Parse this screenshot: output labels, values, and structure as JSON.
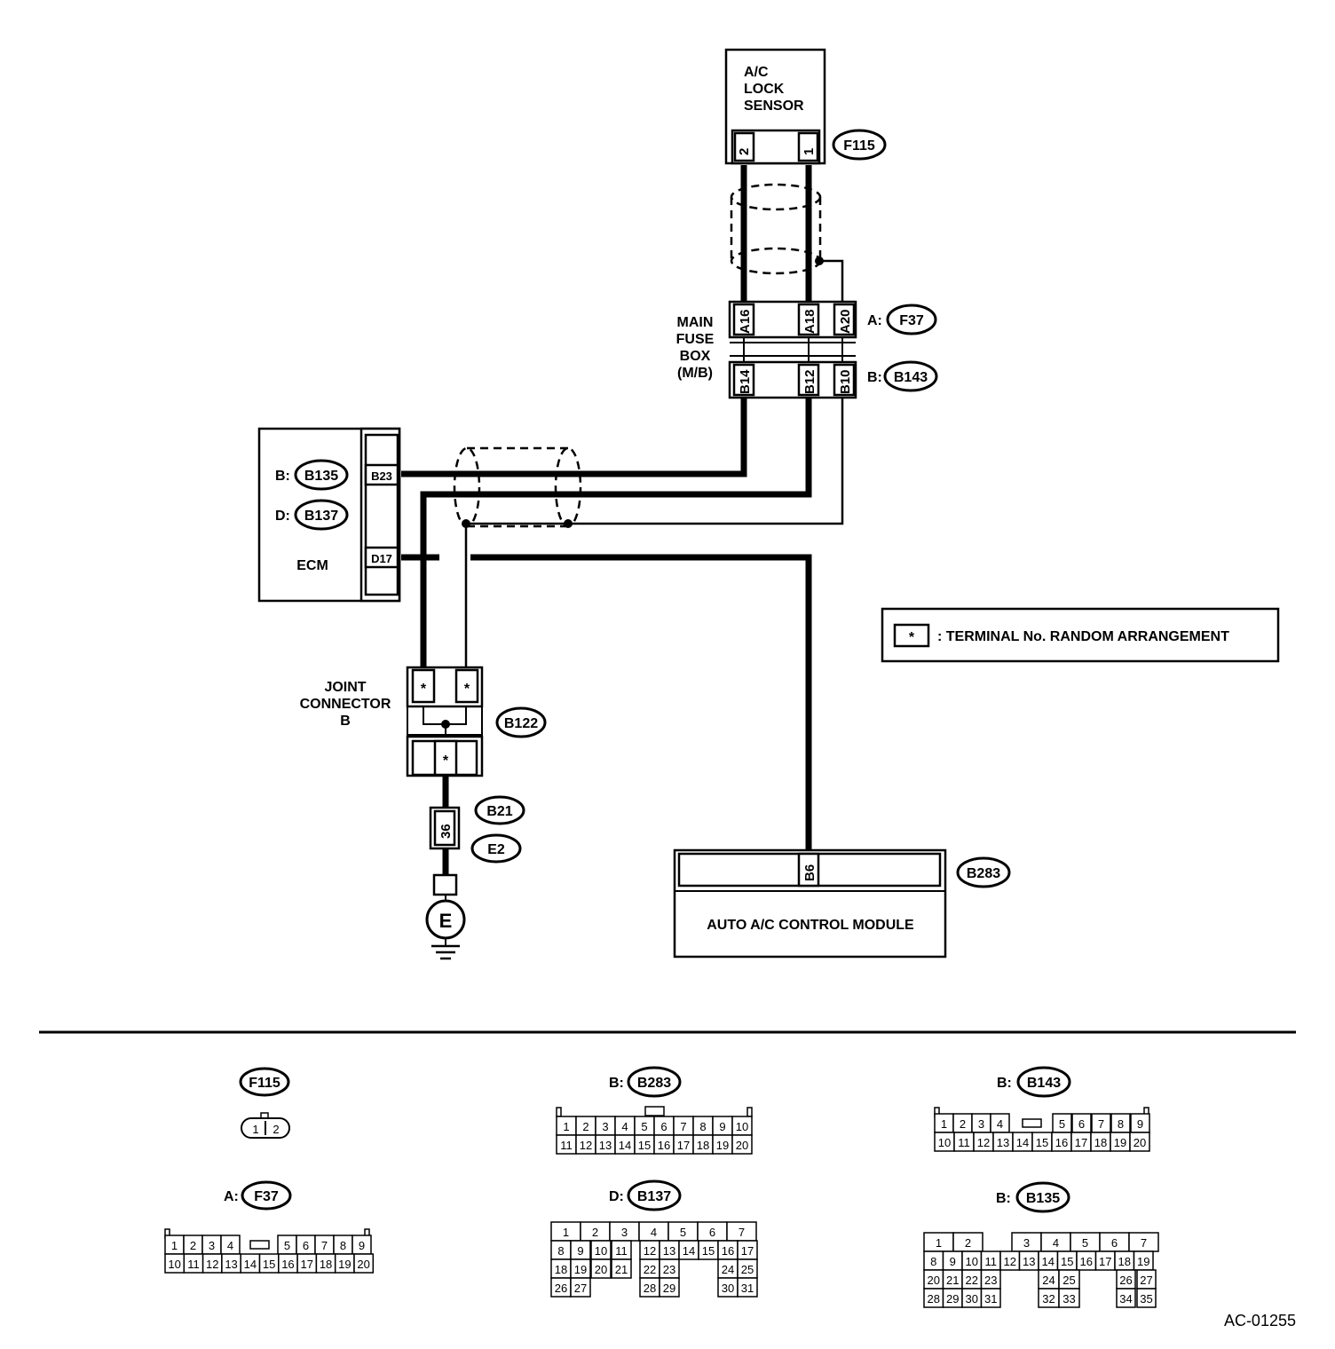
{
  "components": {
    "sensor": {
      "line1": "A/C",
      "line2": "LOCK",
      "line3": "SENSOR",
      "conn": "F115",
      "pin2": "2",
      "pin1": "1"
    },
    "fusebox": {
      "line1": "MAIN",
      "line2": "FUSE",
      "line3": "BOX",
      "line4": "(M/B)",
      "prefixA": "A:",
      "connA": "F37",
      "prefixB": "B:",
      "connB": "B143",
      "pinA16": "A16",
      "pinA18": "A18",
      "pinA20": "A20",
      "pinB14": "B14",
      "pinB12": "B12",
      "pinB10": "B10"
    },
    "ecm": {
      "label": "ECM",
      "prefixB": "B:",
      "connB": "B135",
      "prefixD": "D:",
      "connD": "B137",
      "pinB23": "B23",
      "pinD17": "D17"
    },
    "joint": {
      "line1": "JOINT",
      "line2": "CONNECTOR",
      "line3": "B",
      "conn": "B122",
      "star": "*"
    },
    "ground": {
      "conn1": "B21",
      "conn2": "E2",
      "pin": "36",
      "symbol": "E"
    },
    "module": {
      "label": "AUTO A/C CONTROL MODULE",
      "conn": "B283",
      "pin": "B6"
    },
    "legend": {
      "star": "*",
      "text": ": TERMINAL No. RANDOM ARRANGEMENT"
    }
  },
  "connector_views": {
    "f115": {
      "title": "F115",
      "cells": [
        "1",
        "2"
      ]
    },
    "b283": {
      "prefix": "B:",
      "title": "B283",
      "rows": [
        [
          "1",
          "2",
          "3",
          "4",
          "5",
          "6",
          "7",
          "8",
          "9",
          "10"
        ],
        [
          "11",
          "12",
          "13",
          "14",
          "15",
          "16",
          "17",
          "18",
          "19",
          "20"
        ]
      ]
    },
    "b143": {
      "prefix": "B:",
      "title": "B143",
      "rows": [
        [
          "1",
          "2",
          "3",
          "4",
          "",
          "5",
          "6",
          "7",
          "8",
          "9"
        ],
        [
          "10",
          "11",
          "12",
          "13",
          "14",
          "15",
          "16",
          "17",
          "18",
          "19",
          "20"
        ]
      ]
    },
    "f37": {
      "prefix": "A:",
      "title": "F37",
      "rows": [
        [
          "1",
          "2",
          "3",
          "4",
          "",
          "5",
          "6",
          "7",
          "8",
          "9"
        ],
        [
          "10",
          "11",
          "12",
          "13",
          "14",
          "15",
          "16",
          "17",
          "18",
          "19",
          "20"
        ]
      ]
    },
    "b137": {
      "prefix": "D:",
      "title": "B137",
      "rows": [
        [
          "1",
          "2",
          "3",
          "4",
          "5",
          "6",
          "7"
        ],
        [
          "8",
          "9",
          "10",
          "11",
          "12",
          "13",
          "14",
          "15",
          "16",
          "17"
        ],
        [
          "18",
          "19",
          "20",
          "21",
          "22",
          "23",
          "",
          "24",
          "25"
        ],
        [
          "26",
          "27",
          "",
          "",
          "28",
          "29",
          "",
          "30",
          "31"
        ]
      ]
    },
    "b135": {
      "prefix": "B:",
      "title": "B135",
      "rows": [
        [
          "1",
          "2",
          "",
          "3",
          "4",
          "5",
          "6",
          "7"
        ],
        [
          "8",
          "9",
          "10",
          "11",
          "12",
          "13",
          "14",
          "15",
          "16",
          "17",
          "18",
          "19"
        ],
        [
          "20",
          "21",
          "22",
          "23",
          "",
          "",
          "24",
          "25",
          "",
          "",
          "26",
          "27"
        ],
        [
          "28",
          "29",
          "30",
          "31",
          "",
          "",
          "32",
          "33",
          "",
          "",
          "34",
          "35"
        ]
      ]
    }
  },
  "figure_id": "AC-01255"
}
